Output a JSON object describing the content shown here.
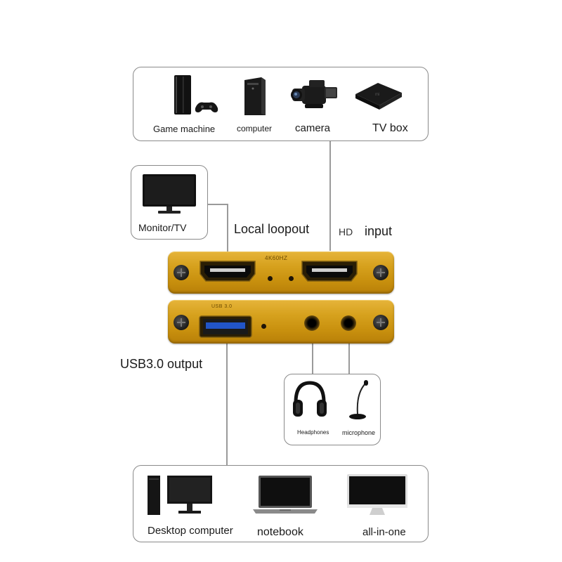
{
  "source_devices": {
    "items": [
      {
        "label": "Game machine"
      },
      {
        "label": "computer"
      },
      {
        "label": "camera"
      },
      {
        "label": "TV box"
      }
    ]
  },
  "monitor": {
    "label": "Monitor/TV"
  },
  "ports": {
    "local_loopout": "Local loopout",
    "hd": "HD",
    "input": "input",
    "usb_output": "USB3.0 output"
  },
  "device_markings": {
    "brand": "4K60HZ",
    "usb": "USB 3.0"
  },
  "audio_devices": {
    "items": [
      {
        "label": "Headphones"
      },
      {
        "label": "microphone"
      }
    ]
  },
  "output_devices": {
    "items": [
      {
        "label": "Desktop computer"
      },
      {
        "label": "notebook"
      },
      {
        "label": "all-in-one"
      }
    ]
  },
  "colors": {
    "device_gold": "#d6a11d",
    "line_gray": "#9a9a9a",
    "box_border": "#8a8a8a"
  }
}
